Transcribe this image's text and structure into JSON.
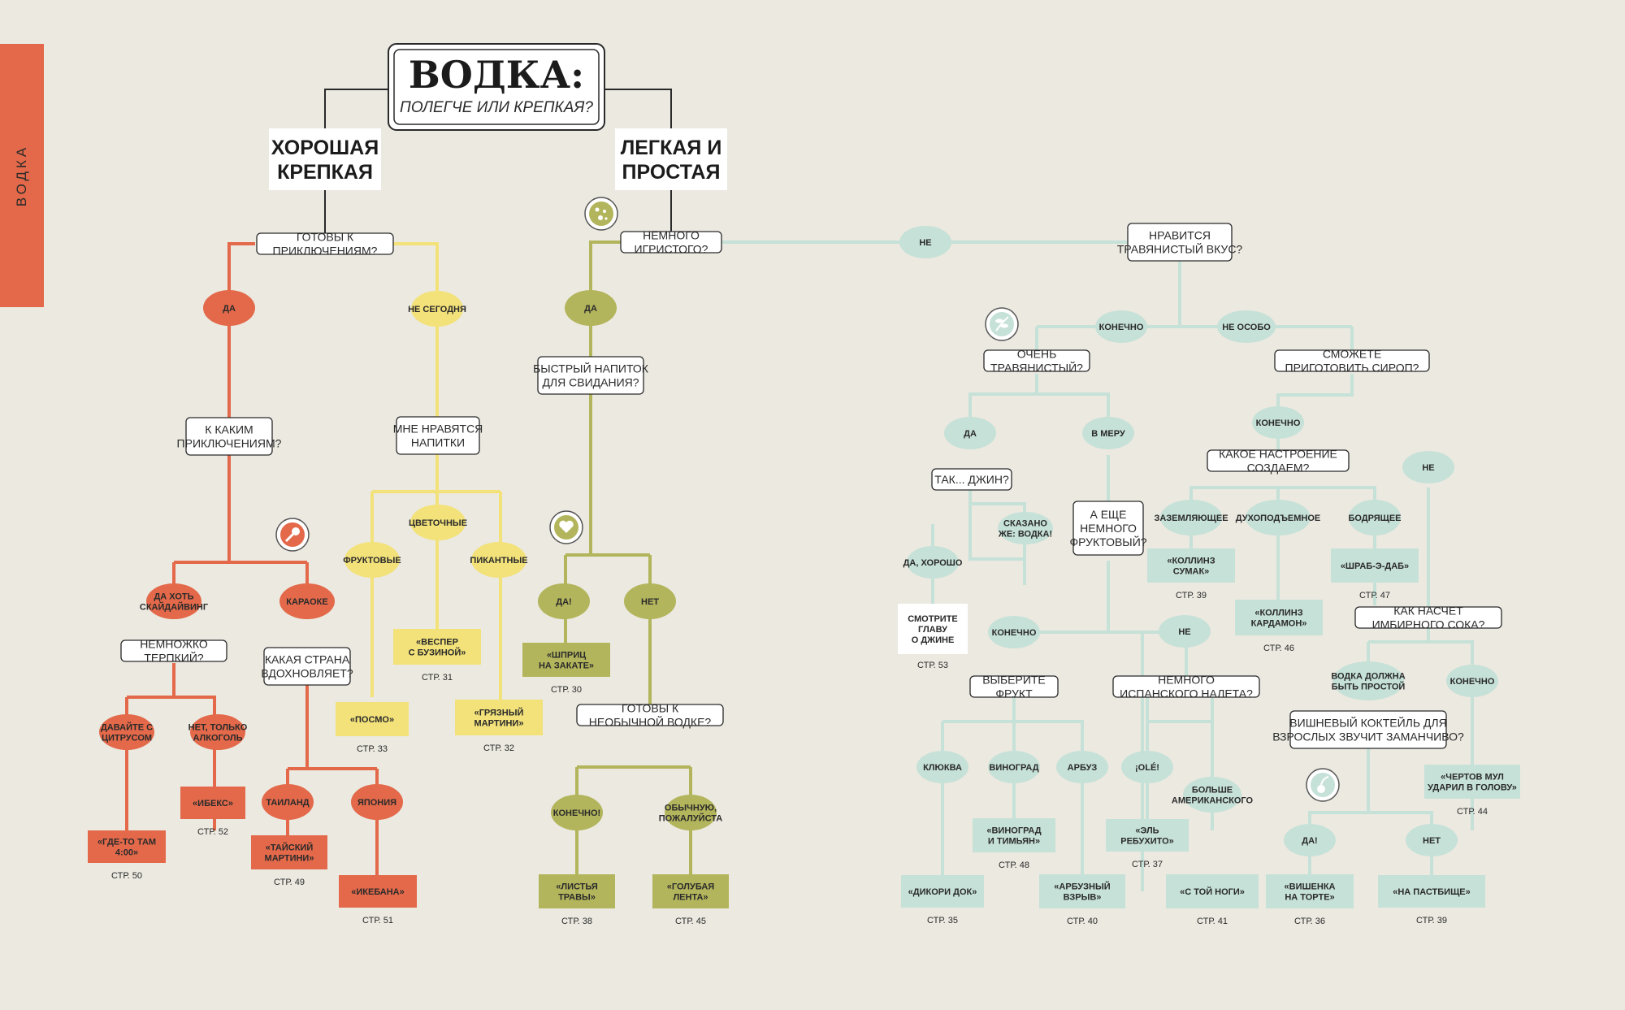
{
  "sidebar": {
    "label": "ВОДКА"
  },
  "title": {
    "main": "ВОДКА:",
    "sub": "ПОЛЕГЧЕ ИЛИ КРЕПКАЯ?"
  },
  "colors": {
    "background": "#ebe9e0",
    "red": "#e3694a",
    "yellow": "#f3e27a",
    "olive": "#b3b55c",
    "mint": "#c6e1d8",
    "ink": "#2a2a2a"
  },
  "icons": [
    "microphone-icon",
    "bubbles-icon",
    "heart-icon",
    "herb-icon",
    "cherry-icon"
  ],
  "branches": [
    {
      "label": "ХОРОШАЯ КРЕПКАЯ",
      "color": "white"
    },
    {
      "label": "ЛЕГКАЯ И ПРОСТАЯ",
      "color": "white"
    }
  ],
  "questions": [
    "ГОТОВЫ К ПРИКЛЮЧЕНИЯМ?",
    "К КАКИМ ПРИКЛЮЧЕНИЯМ?",
    "НЕМНОЖКО ТЕРПКИЙ?",
    "КАКАЯ СТРАНА ВДОХНОВЛЯЕТ?",
    "МНЕ НРАВЯТСЯ НАПИТКИ",
    "НЕМНОГО ИГРИСТОГО?",
    "БЫСТРЫЙ НАПИТОК ДЛЯ СВИДАНИЯ?",
    "ГОТОВЫ К НЕОБЫЧНОЙ ВОДКЕ?",
    "НРАВИТСЯ ТРАВЯНИСТЫЙ ВКУС?",
    "ОЧЕНЬ ТРАВЯНИСТЫЙ?",
    "ТАК... ДЖИН?",
    "А ЕЩЕ НЕМНОГО ФРУКТОВЫЙ?",
    "ВЫБЕРИТЕ ФРУКТ",
    "НЕМНОГО ИСПАНСКОГО НАЛЕТА?",
    "СМОЖЕТЕ ПРИГОТОВИТЬ СИРОП?",
    "КАКОЕ НАСТРОЕНИЕ СОЗДАЕМ?",
    "КАК НАСЧЕТ ИМБИРНОГО СОКА?",
    "ВИШНЕВЫЙ КОКТЕЙЛЬ ДЛЯ ВЗРОСЛЫХ ЗВУЧИТ ЗАМАНЧИВО?"
  ],
  "answers": [
    "ДА",
    "НЕ СЕГОДНЯ",
    "ДА ХОТЬ СКАЙДАЙВИНГ",
    "КАРАОКЕ",
    "ДАВАЙТЕ С ЦИТРУСОМ",
    "НЕТ, ТОЛЬКО АЛКОГОЛЬ",
    "ТАИЛАНД",
    "ЯПОНИЯ",
    "ФРУКТОВЫЕ",
    "ЦВЕТОЧНЫЕ",
    "ПИКАНТНЫЕ",
    "ДА",
    "ДА!",
    "НЕТ",
    "КОНЕЧНО!",
    "ОБЫЧНУЮ, ПОЖАЛУЙСТА",
    "НЕ",
    "КОНЕЧНО",
    "НЕ ОСОБО",
    "ДА",
    "В МЕРУ",
    "СКАЗАНО ЖЕ: ВОДКА!",
    "ДА, ХОРОШО",
    "КОНЕЧНО",
    "НЕ",
    "КЛЮКВА",
    "ВИНОГРАД",
    "АРБУЗ",
    "¡OLÉ!",
    "БОЛЬШЕ АМЕРИКАНСКОГО",
    "КОНЕЧНО",
    "ЗАЗЕМЛЯЮЩЕЕ",
    "ДУХОПОДЪЕМНОЕ",
    "БОДРЯЩЕЕ",
    "НЕ",
    "ВОДКА ДОЛЖНА БЫТЬ ПРОСТОЙ",
    "КОНЕЧНО",
    "ДА!",
    "НЕТ"
  ],
  "results": [
    {
      "name": "«ГДЕ-ТО ТАМ 4:00»",
      "page": "СТР. 50"
    },
    {
      "name": "«ИБЕКС»",
      "page": "СТР. 52"
    },
    {
      "name": "«ТАЙСКИЙ МАРТИНИ»",
      "page": "СТР. 49"
    },
    {
      "name": "«ИКЕБАНА»",
      "page": "СТР. 51"
    },
    {
      "name": "«ПОСМО»",
      "page": "СТР. 33"
    },
    {
      "name": "«ВЕСПЕР С БУЗИНОЙ»",
      "page": "СТР. 31"
    },
    {
      "name": "«ГРЯЗНЫЙ МАРТИНИ»",
      "page": "СТР. 32"
    },
    {
      "name": "«ШПРИЦ НА ЗАКАТЕ»",
      "page": "СТР. 30"
    },
    {
      "name": "«ЛИСТЬЯ ТРАВЫ»",
      "page": "СТР. 38"
    },
    {
      "name": "«ГОЛУБАЯ ЛЕНТА»",
      "page": "СТР. 45"
    },
    {
      "name": "СМОТРИТЕ ГЛАВУ О ДЖИНЕ",
      "page": "СТР. 53"
    },
    {
      "name": "«ДИКОРИ ДОК»",
      "page": "СТР. 35"
    },
    {
      "name": "«ВИНОГРАД И ТИМЬЯН»",
      "page": "СТР. 48"
    },
    {
      "name": "«АРБУЗНЫЙ ВЗРЫВ»",
      "page": "СТР. 40"
    },
    {
      "name": "«ЭЛЬ РЕБУХИТО»",
      "page": "СТР. 37"
    },
    {
      "name": "«С ТОЙ НОГИ»",
      "page": "СТР. 41"
    },
    {
      "name": "«КОЛЛИНЗ СУМАК»",
      "page": "СТР. 39"
    },
    {
      "name": "«КОЛЛИНЗ КАРДАМОН»",
      "page": "СТР. 46"
    },
    {
      "name": "«ШРАБ-Э-ДАБ»",
      "page": "СТР. 47"
    },
    {
      "name": "«ЧЕРТОВ МУЛ УДАРИЛ В ГОЛОВУ»",
      "page": "СТР. 44"
    },
    {
      "name": "«ВИШЕНКА НА ТОРТЕ»",
      "page": "СТР. 36"
    },
    {
      "name": "«НА ПАСТБИЩЕ»",
      "page": "СТР. 39"
    }
  ]
}
